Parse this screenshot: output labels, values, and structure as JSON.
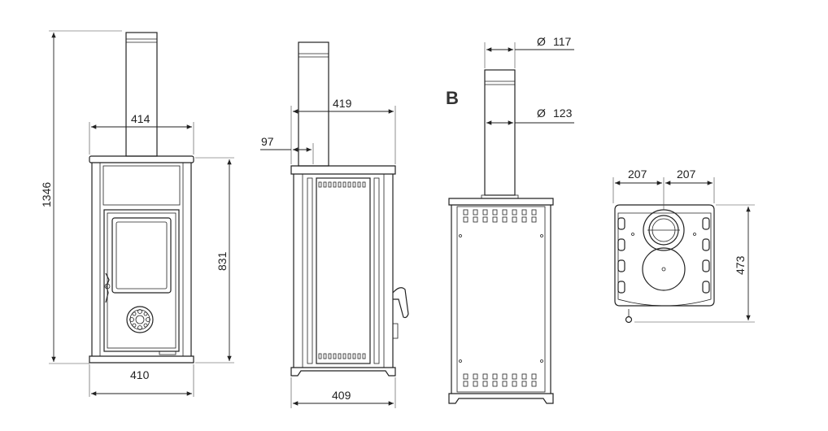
{
  "views": {
    "view_b_label": "B"
  },
  "dimensions": {
    "total_height": "1346",
    "front_flue_width": "414",
    "front_width": "410",
    "front_body_height": "831",
    "side_flue_offset": "419",
    "side_small_offset": "97",
    "side_depth": "409",
    "rear_outer_diameter_symbol": "Ø",
    "rear_outer_diameter": "117",
    "rear_inner_diameter_symbol": "Ø",
    "rear_inner_diameter": "123",
    "top_left_half": "207",
    "top_right_half": "207",
    "top_depth": "473"
  }
}
